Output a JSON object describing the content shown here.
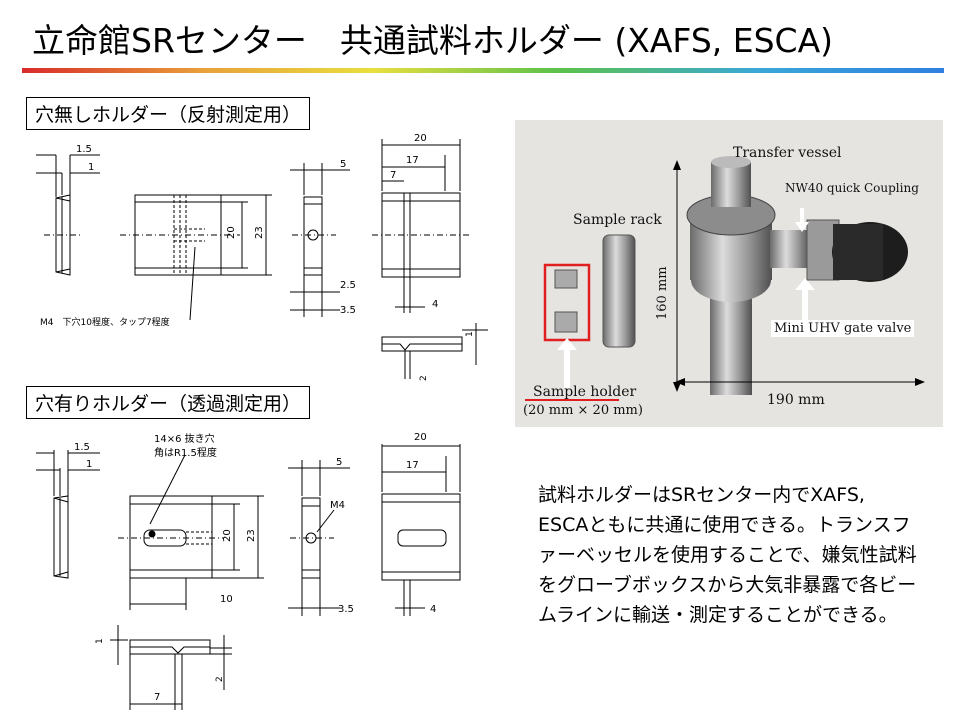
{
  "title": "立命館SRセンター　共通試料ホルダー (XAFS, ESCA)",
  "holder1": {
    "label": "穴無しホルダー（反射測定用）",
    "dims": {
      "d1_5": "1.5",
      "d1": "1",
      "d20_side": "20",
      "d23_side": "23",
      "d5": "5",
      "d2_5": "2.5",
      "d3_5": "3.5",
      "d20_top": "20",
      "d17": "17",
      "d7": "7",
      "d4": "4",
      "d1_small": "1",
      "d2_small": "2"
    },
    "note": "M4　下穴10程度、タップ7程度"
  },
  "holder2": {
    "label": "穴有りホルダー（透過測定用）",
    "dims": {
      "d1_5": "1.5",
      "d1": "1",
      "d20_side": "20",
      "d23_side": "23",
      "d10": "10",
      "d5": "5",
      "d3_5": "3.5",
      "m4": "M4",
      "d20_top": "20",
      "d17": "17",
      "d4": "4",
      "d1_small": "1",
      "d2_small": "2",
      "d7": "7"
    },
    "note_line1": "14×6 抜き穴",
    "note_line2": "角はR1.5程度"
  },
  "photo": {
    "transfer_vessel": "Transfer vessel",
    "nw40": "NW40 quick Coupling",
    "sample_rack": "Sample rack",
    "height": "160 mm",
    "gate_valve": "Mini UHV gate valve",
    "sample_holder": "Sample holder",
    "holder_size": "(20 mm × 20 mm)",
    "width": "190 mm",
    "accent_color": "#e02020"
  },
  "description": "試料ホルダーはSRセンター内でXAFS, ESCAともに共通に使用できる。トランスファーベッセルを使用することで、嫌気性試料をグローブボックスから大気非暴露で各ビームラインに輸送・測定することができる。"
}
